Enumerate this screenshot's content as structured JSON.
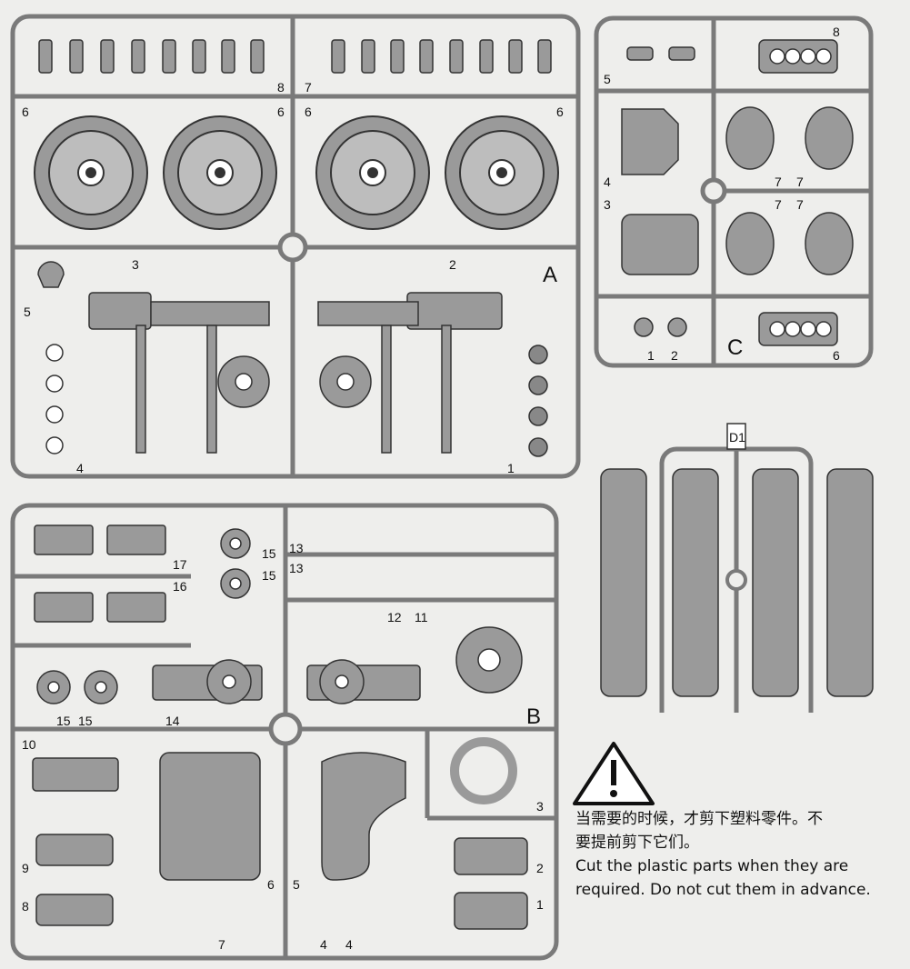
{
  "sprue_a": {
    "letter": "A",
    "part_numbers": [
      "1",
      "2",
      "3",
      "4",
      "5",
      "6",
      "6",
      "6",
      "6",
      "7",
      "8"
    ]
  },
  "sprue_b": {
    "letter": "B",
    "part_numbers": [
      "1",
      "2",
      "3",
      "4",
      "4",
      "5",
      "6",
      "7",
      "8",
      "9",
      "10",
      "11",
      "12",
      "13",
      "13",
      "14",
      "15",
      "15",
      "15",
      "15",
      "16",
      "17"
    ]
  },
  "sprue_c": {
    "letter": "C",
    "part_numbers": [
      "1",
      "2",
      "3",
      "4",
      "5",
      "6",
      "7",
      "7",
      "7",
      "7",
      "8"
    ]
  },
  "sprue_d": {
    "label": "D1"
  },
  "warning": {
    "icon": "warning-triangle-icon",
    "text_cn_line1": "当需要的时候，才剪下塑料零件。不",
    "text_cn_line2": "要提前剪下它们。",
    "text_en_line1": "Cut the plastic parts when they are",
    "text_en_line2": "required. Do not cut them in advance."
  },
  "colors": {
    "frame": "#8a8a8a",
    "plastic": "#9c9c9c",
    "background": "#eeeeec"
  }
}
